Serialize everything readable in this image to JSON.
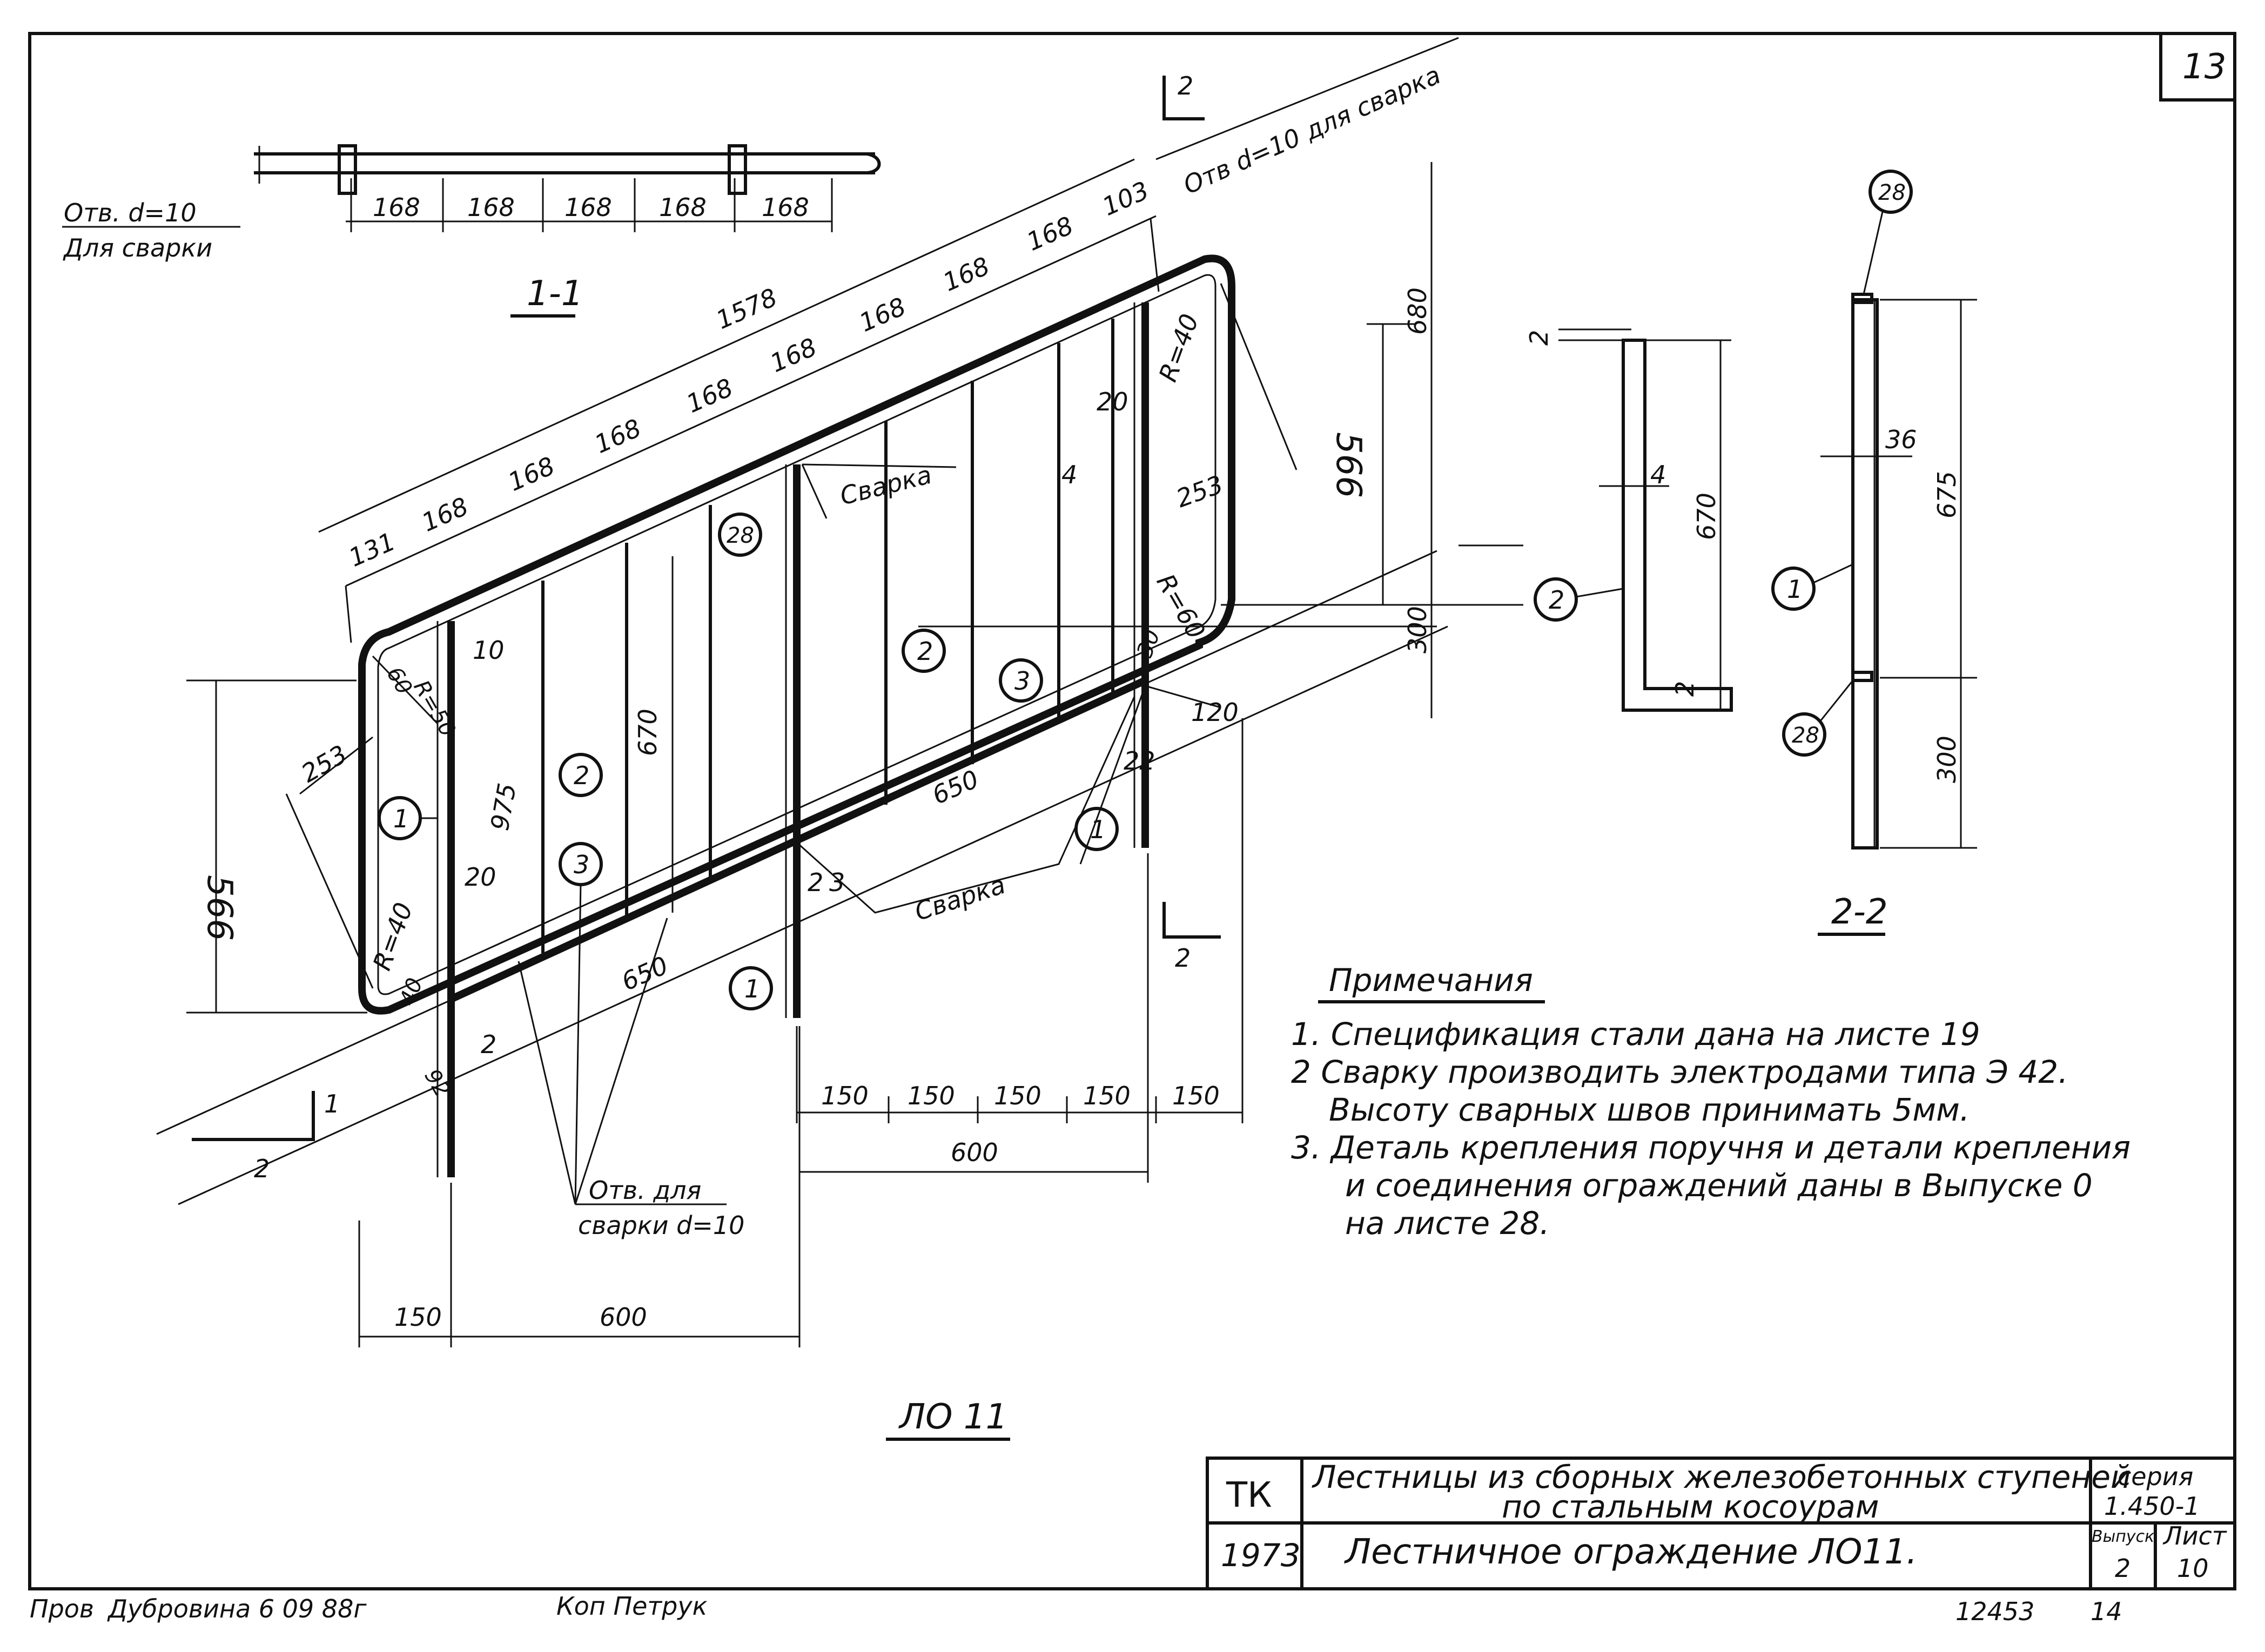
{
  "sheet": {
    "number": "13"
  },
  "section_1_1": {
    "title": "1-1",
    "hole_note_line1": "Отв. d=10",
    "hole_note_line2": "Для сварки",
    "dims": [
      "168",
      "168",
      "168",
      "168",
      "168"
    ]
  },
  "main_view": {
    "hole_note_top": "Отв d=10 для сварка",
    "top_dims": [
      "131",
      "168",
      "168",
      "168",
      "168",
      "168",
      "168",
      "168",
      "168",
      "103"
    ],
    "total": "1578",
    "weld_label_1": "Сварка",
    "weld_label_2": "Сварка",
    "dims": {
      "d566_left": "566",
      "d566_right": "566",
      "d680": "680",
      "d300": "300",
      "d253_left": "253",
      "d253_right": "253",
      "d975": "975",
      "d670": "670",
      "d650_upper": "650",
      "d650_lower": "650",
      "d120": "120",
      "d20_a": "20",
      "d20_b": "20",
      "d4": "4",
      "d10": "10",
      "d22": "22",
      "d2_a": "2",
      "d2_b": "2",
      "d3": "3",
      "r40_left": "R=40",
      "r40_right": "R=40",
      "r50": "R=50",
      "r60": "R=60",
      "d40": "40",
      "d60": "60",
      "d92": "92",
      "d30": "30"
    },
    "callouts": [
      "1",
      "2",
      "3",
      "28",
      "2",
      "3",
      "1",
      "1"
    ],
    "bottom_dims_150": [
      "150",
      "150",
      "150",
      "150",
      "150"
    ],
    "bottom_600_right": "600",
    "bottom_150_left": "150",
    "bottom_600_left": "600",
    "hole_note_bottom_line1": "Отв. для",
    "hole_note_bottom_line2": "сварки d=10",
    "cut_1": "1",
    "cut_2_bottom": "2",
    "cut_2_top": "2",
    "cut_2_right": "2",
    "caption": "ЛО 11"
  },
  "detail_2": {
    "callout": "2",
    "dim_670": "670",
    "dim_4": "4",
    "dim_2_top": "2",
    "dim_2_bottom": "2"
  },
  "section_2_2": {
    "title": "2-2",
    "callout_top": "28",
    "callout_mid": "1",
    "callout_bottom": "28",
    "dim_36": "36",
    "dim_675": "675",
    "dim_300": "300"
  },
  "notes": {
    "heading": "Примечания",
    "line1": "1. Спецификация стали дана на листе 19",
    "line2": "2 Сварку производить электродами типа Э 42.",
    "line3": "Высоту сварных швов принимать 5мм.",
    "line4": "3. Деталь крепления поручня и детали крепления",
    "line5": "и соединения ограждений даны в Выпуске 0",
    "line6": "на листе 28."
  },
  "title_block": {
    "org": "ТК",
    "year": "1973",
    "title_line1": "Лестницы из сборных железобетонных ступеней",
    "title_line2": "по стальным косоурам",
    "sheet_title": "Лестничное ограждение ЛО11.",
    "series_label": "серия",
    "series_value": "1.450-1",
    "issue_label": "Выпуск",
    "issue_value": "2",
    "sheet_label": "Лист",
    "sheet_value": "10"
  },
  "footer": {
    "checked": "Пров",
    "checked_sign": "Дубровина 6 09 88г",
    "copied": "Коп Петрук",
    "archive_no": "12453",
    "page_no": "14"
  }
}
